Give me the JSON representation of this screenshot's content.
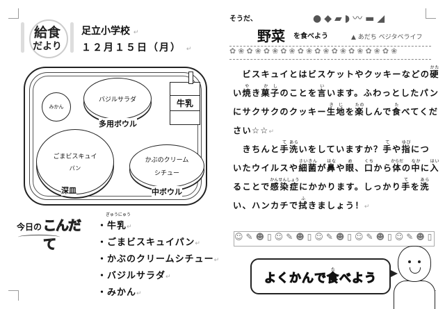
{
  "header": {
    "logo_line1": "給食",
    "logo_line2": "だより",
    "school": "足立小学校",
    "date": "１２月１５日（月）"
  },
  "tray": {
    "mikan": "みかん",
    "salad": "バジルサラダ",
    "salad_dish": "多用ボウル",
    "milk": "牛乳",
    "bread_line1": "ごまビスキュイ",
    "bread_line2": "パン",
    "bread_dish": "深皿",
    "stew_line1": "かぶのクリーム",
    "stew_line2": "シチュー",
    "stew_dish": "中ボウル"
  },
  "banner": {
    "lead": "そうだ、",
    "big": "野菜",
    "tail": "を食べよう",
    "brand": "▲ あだち ベジタベライフ"
  },
  "article": {
    "lines": [
      [
        {
          "t": "　ビスキュイとはビスケットやクッキーなどの"
        },
        {
          "t": "硬",
          "r": "かた"
        }
      ],
      [
        {
          "t": "い"
        },
        {
          "t": "焼",
          "r": "や"
        },
        {
          "t": "き"
        },
        {
          "t": "菓",
          "r": "か"
        },
        {
          "t": "子",
          "r": "し"
        },
        {
          "t": "のことを"
        },
        {
          "t": "言",
          "r": "い"
        },
        {
          "t": "います。ふわっとしたパン"
        }
      ],
      [
        {
          "t": "にサクサクのクッキー"
        },
        {
          "t": "生",
          "r": "き"
        },
        {
          "t": "地",
          "r": "じ"
        },
        {
          "t": "を"
        },
        {
          "t": "楽",
          "r": "たの"
        },
        {
          "t": "しんで"
        },
        {
          "t": "食",
          "r": "た"
        },
        {
          "t": "べてくだ"
        }
      ],
      [
        {
          "t": "さい☆☆"
        }
      ],
      [
        {
          "t": "　きちんと"
        },
        {
          "t": "手",
          "r": "て"
        },
        {
          "t": "洗",
          "r": "あら"
        },
        {
          "t": "いをしていますか？"
        },
        {
          "t": "手",
          "r": "て"
        },
        {
          "t": "や"
        },
        {
          "t": "指",
          "r": "ゆび"
        },
        {
          "t": "につ"
        }
      ],
      [
        {
          "t": "いたウイルスや"
        },
        {
          "t": "細菌",
          "r": "さいきん"
        },
        {
          "t": "が"
        },
        {
          "t": "鼻",
          "r": "はな"
        },
        {
          "t": "や"
        },
        {
          "t": "眼",
          "r": "め"
        },
        {
          "t": "、"
        },
        {
          "t": "口",
          "r": "くち"
        },
        {
          "t": "から"
        },
        {
          "t": "体",
          "r": "からだ"
        },
        {
          "t": "の"
        },
        {
          "t": "中",
          "r": "なか"
        },
        {
          "t": "に"
        },
        {
          "t": "入",
          "r": "はい"
        }
      ],
      [
        {
          "t": "ることで"
        },
        {
          "t": "感染症",
          "r": "かんせんしょう"
        },
        {
          "t": "にかかります。しっかり"
        },
        {
          "t": "手",
          "r": "て"
        },
        {
          "t": "を"
        },
        {
          "t": "洗",
          "r": "あら"
        }
      ],
      [
        {
          "t": "い、ハンカチで"
        },
        {
          "t": "拭",
          "r": "ふ"
        },
        {
          "t": "きましょう！"
        }
      ]
    ]
  },
  "menu": {
    "heading_small": "今日の",
    "heading_big": "こんだて",
    "milk_ruby": "ぎゅうにゅう",
    "items": [
      "・牛乳",
      "・ごまビスキュイパン",
      "・かぶのクリームシチュー",
      "・バジルサラダ",
      "・みかん"
    ]
  },
  "bubble": {
    "text_before": "よくかんで",
    "kanji": "食",
    "kanji_ruby": "た",
    "text_after": "べよう"
  },
  "paragraph_mark": "↵"
}
